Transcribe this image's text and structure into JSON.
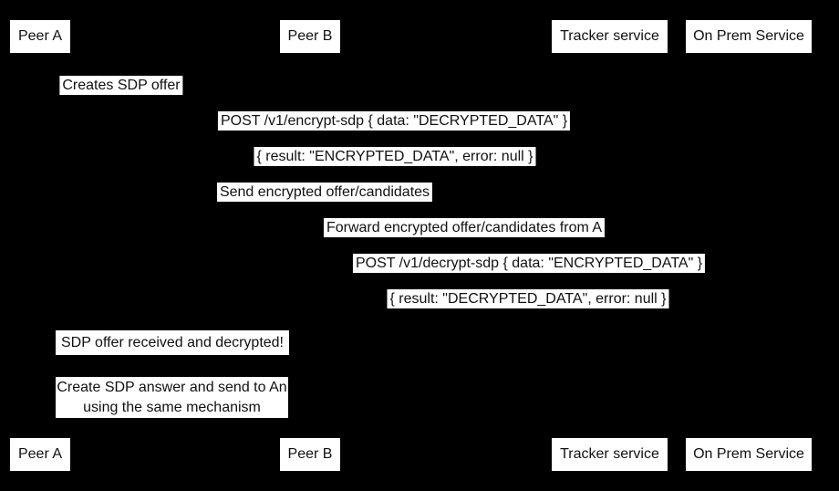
{
  "diagram": {
    "type": "sequence-diagram",
    "colors": {
      "background": "#000000",
      "box_background": "#ffffff",
      "text": "#111111"
    },
    "actors": [
      {
        "id": "peer-a",
        "label": "Peer A"
      },
      {
        "id": "peer-b",
        "label": "Peer B"
      },
      {
        "id": "tracker-service",
        "label": "Tracker service"
      },
      {
        "id": "on-prem-service",
        "label": "On Prem Service"
      }
    ],
    "messages": [
      {
        "label": "Creates SDP offer"
      },
      {
        "label": "POST /v1/encrypt-sdp { data: \"DECRYPTED_DATA\" }"
      },
      {
        "label": "{ result: \"ENCRYPTED_DATA\", error: null }"
      },
      {
        "label": "Send encrypted offer/candidates"
      },
      {
        "label": "Forward encrypted offer/candidates from A"
      },
      {
        "label": "POST /v1/decrypt-sdp { data: \"ENCRYPTED_DATA\" }"
      },
      {
        "label": "{ result: \"DECRYPTED_DATA\", error: null }"
      },
      {
        "label": "SDP offer received and decrypted!"
      }
    ],
    "note": {
      "lines": [
        "Create SDP answer and send to An",
        "using the same mechanism"
      ]
    }
  }
}
